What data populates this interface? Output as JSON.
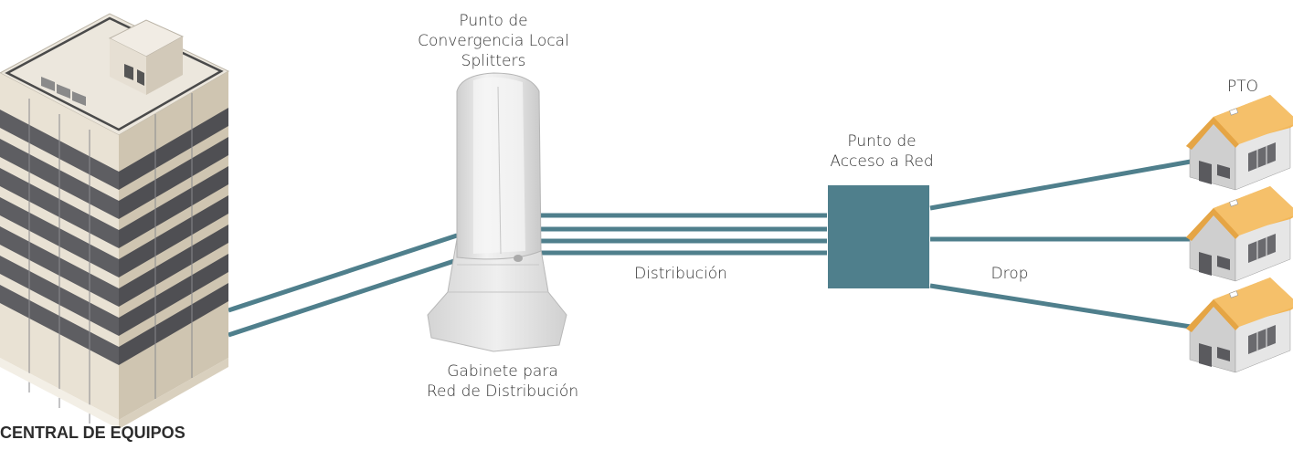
{
  "labels": {
    "central": "CENTRAL DE EQUIPOS",
    "convergence": [
      "Punto de",
      "Convergencia Local",
      "Splitters"
    ],
    "cabinet": [
      "Gabinete para",
      "Red de Distribución"
    ],
    "distribution": "Distribución",
    "access_point": [
      "Punto de",
      "Acceso a Red"
    ],
    "drop": "Drop",
    "pto": "PTO"
  },
  "colors": {
    "cable": "#4f7f8c",
    "access_box": "#4f7f8c",
    "house_roof": "#f2b75a",
    "building_stripe": "#5e5e62",
    "building_beige": "#dcd3c2"
  },
  "icons": [
    "building-icon",
    "cabinet-icon",
    "access-point-box",
    "house-icon"
  ]
}
